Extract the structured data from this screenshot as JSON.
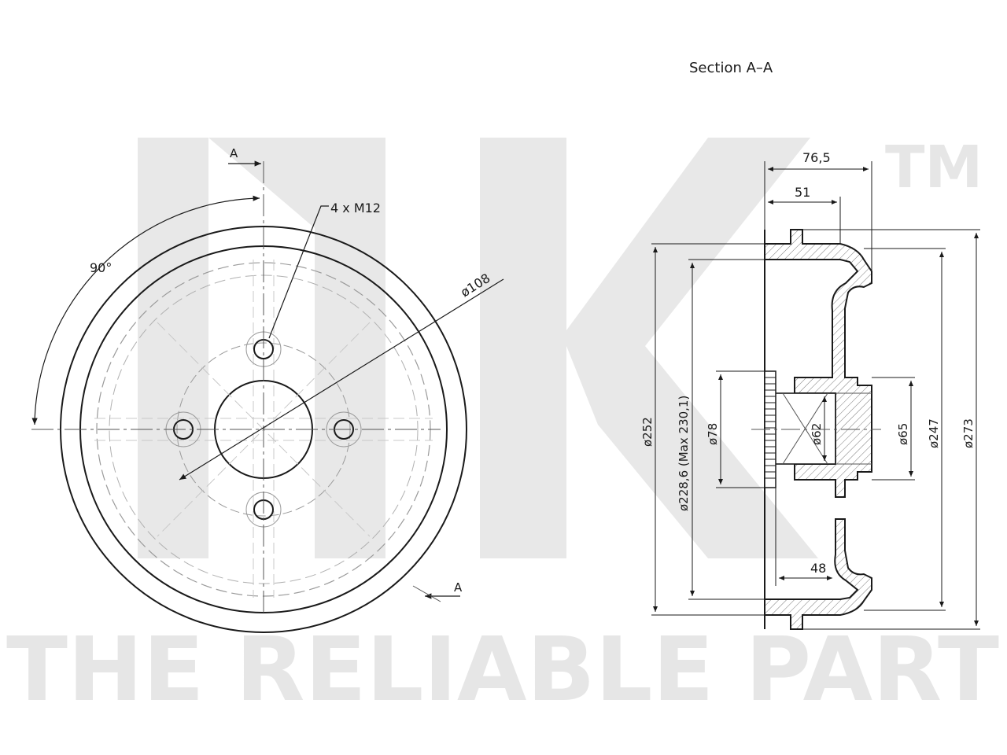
{
  "watermark": {
    "brand": "NK",
    "trademark": "TM",
    "tagline": "THE RELIABLE PART"
  },
  "section_title": "Section A–A",
  "front_view": {
    "section_marker_top": "A",
    "section_marker_bottom": "A",
    "angle_label": "90°",
    "bolt_label": "4 x M12",
    "pcd_label": "ø108"
  },
  "section_view": {
    "dim_76_5": "76,5",
    "dim_51": "51",
    "dim_48": "48",
    "dia_252": "ø252",
    "dia_228": "ø228,6 (Max 230,1)",
    "dia_78": "ø78",
    "dia_62": "ø62",
    "dia_65": "ø65",
    "dia_247": "ø247",
    "dia_273": "ø273"
  },
  "colors": {
    "line": "#1a1a1a",
    "thin": "#555555",
    "watermark": "#e6e6e6",
    "hatch": "#777777"
  }
}
